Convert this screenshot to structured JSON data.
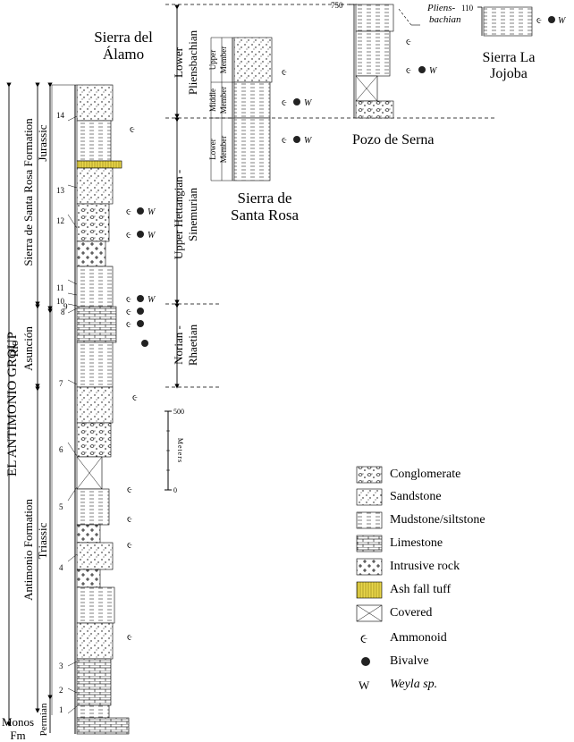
{
  "sections": {
    "sierra_del_alamo": {
      "title_line1": "Sierra del",
      "title_line2": "Álamo"
    },
    "sierra_de_santa_rosa": {
      "title_line1": "Sierra de",
      "title_line2": "Santa Rosa"
    },
    "pozo_de_serna": {
      "title": "Pozo de Serna"
    },
    "sierra_la_jojoba": {
      "title_line1": "Sierra La",
      "title_line2": "Jojoba"
    }
  },
  "group_label": "EL ANTIMONIO GROUP",
  "formations": {
    "sierra_de_santa_rosa": "Sierra de Santa Rosa Formation",
    "rio_asuncion_line1": "Río",
    "rio_asuncion_line2": "Asunción",
    "antimonio": "Antimonio Formation",
    "monos_line1": "Monos",
    "monos_line2": "Fm"
  },
  "periods": {
    "jurassic": "Jurassic",
    "triassic": "Triassic",
    "permian": "Permian"
  },
  "stages": {
    "lower_pliensbachian_line1": "Lower",
    "lower_pliensbachian_line2": "Pliensbachian",
    "upper_hettangian_line1": "Upper Hettangian -",
    "upper_hettangian_line2": "Sinemurian",
    "norian_line1": "Norian -",
    "norian_line2": "Rhaetian",
    "pliensbachian_line1": "Pliens-",
    "pliensbachian_line2": "bachian"
  },
  "members": {
    "upper_line1": "Upper",
    "upper_line2": "Member",
    "middle_line1": "Middle",
    "middle_line2": "Member",
    "lower_line1": "Lower",
    "lower_line2": "Member"
  },
  "unit_numbers": [
    "1",
    "2",
    "3",
    "4",
    "5",
    "6",
    "7",
    "8",
    "9",
    "10",
    "11",
    "12",
    "13",
    "14"
  ],
  "scale_bar": {
    "top": "500",
    "bottom": "0",
    "label": "Meters"
  },
  "pozo_top_value": "750",
  "jojoba_top_value": "110",
  "legend": [
    {
      "label": "Conglomerate",
      "pattern": "conglomerate"
    },
    {
      "label": "Sandstone",
      "pattern": "sandstone"
    },
    {
      "label": "Mudstone/siltstone",
      "pattern": "mudstone"
    },
    {
      "label": "Limestone",
      "pattern": "limestone"
    },
    {
      "label": "Intrusive rock",
      "pattern": "intrusive"
    },
    {
      "label": "Ash fall tuff",
      "pattern": "ash"
    },
    {
      "label": "Covered",
      "pattern": "covered"
    },
    {
      "label": "Ammonoid",
      "pattern": "ammonoid-icon"
    },
    {
      "label": "Bivalve",
      "pattern": "bivalve-icon"
    },
    {
      "label": "Weyla sp.",
      "symbol": "W",
      "pattern": "weyla-icon"
    }
  ],
  "colors": {
    "ash_tuff": "#e8d64a",
    "ink": "#000000"
  }
}
